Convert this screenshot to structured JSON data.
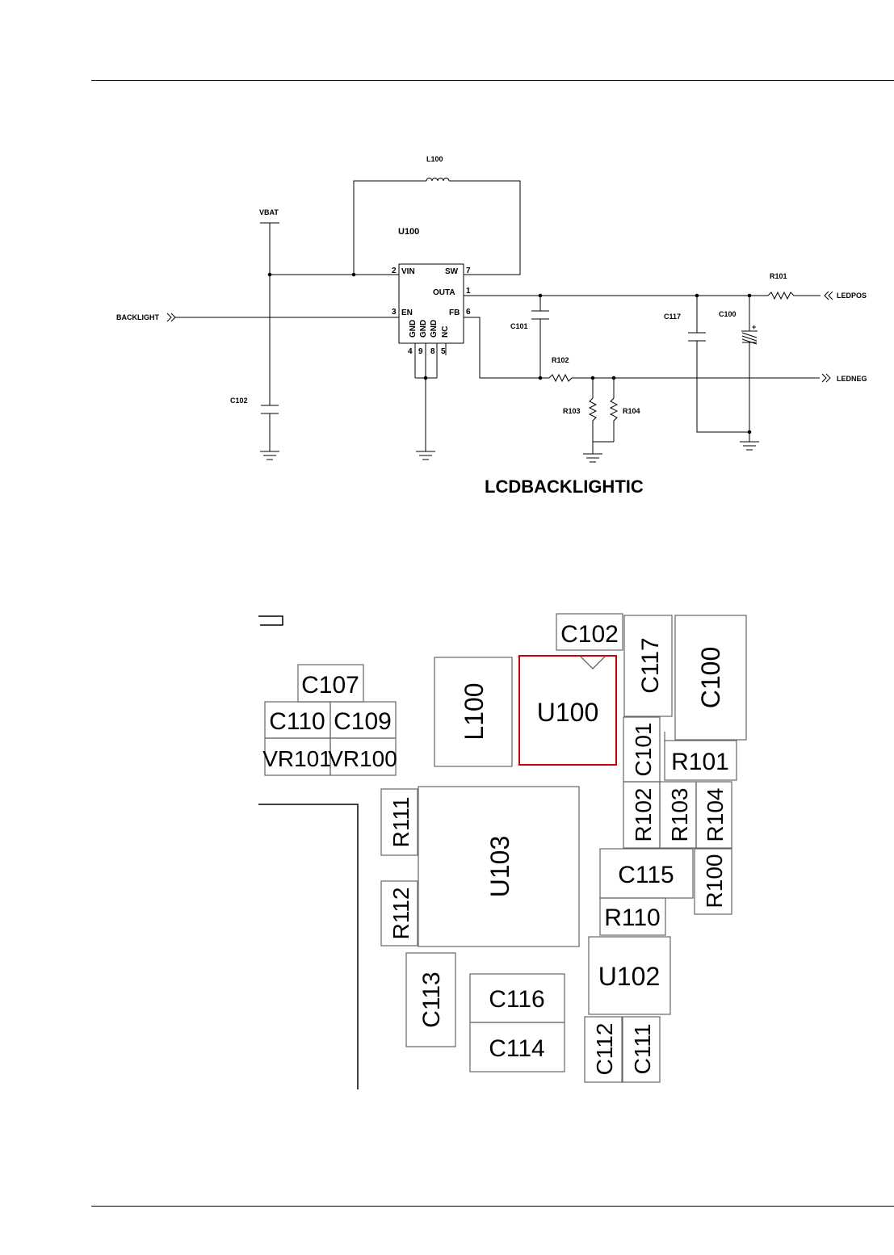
{
  "schematic": {
    "labels": {
      "vbat": "VBAT",
      "l100": "L100",
      "u100": "U100",
      "backlight": "BACKLIGHT",
      "c102": "C102",
      "c101": "C101",
      "r102": "R102",
      "r103": "R103",
      "r104": "R104",
      "c117": "C117",
      "c100": "C100",
      "r101": "R101",
      "ledpos": "LEDPOS",
      "ledneg": "LEDNEG",
      "c100_polarity": "+"
    },
    "ic_pins": {
      "vin_num": "2",
      "vin": "VIN",
      "sw_num": "7",
      "sw": "SW",
      "outa": "OUTA",
      "outa_num": "1",
      "en_num": "3",
      "en": "EN",
      "fb": "FB",
      "fb_num": "6",
      "gnd1": "GND",
      "gnd2": "GND",
      "gnd3": "GND",
      "nc": "NC",
      "p4": "4",
      "p9": "9",
      "p8": "8",
      "p5": "5"
    },
    "caption": "LCDBACKLIGHTIC"
  },
  "layout": {
    "highlight_color": "#cc0000",
    "components": {
      "c102": "C102",
      "c117": "C117",
      "c100": "C100",
      "c107": "C107",
      "c110": "C110",
      "c109": "C109",
      "vr101": "VR101",
      "vr100": "VR100",
      "l100": "L100",
      "u100": "U100",
      "c101": "C101",
      "r101": "R101",
      "r102": "R102",
      "r103": "R103",
      "r104": "R104",
      "r111": "R111",
      "r112": "R112",
      "u103": "U103",
      "c115": "C115",
      "r100": "R100",
      "r110": "R110",
      "u102": "U102",
      "c113": "C113",
      "c116": "C116",
      "c114": "C114",
      "c112": "C112",
      "c111": "C111"
    }
  }
}
